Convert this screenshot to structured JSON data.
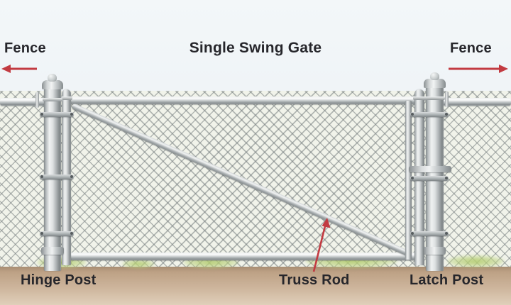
{
  "title": "Single Swing Gate",
  "labels": {
    "fence_left": "Fence",
    "fence_right": "Fence",
    "hinge_post": "Hinge Post",
    "truss_rod": "Truss Rod",
    "latch_post": "Latch Post"
  },
  "colors": {
    "arrow_red": "#c23a41",
    "text": "#26262b",
    "sky": "#edf2f6",
    "mesh_background": "#f1f3ea",
    "wire_gray": "#8f9798",
    "metal_light": "#f0f2f2",
    "metal_dark": "#868c8e",
    "ground_top": "#b49a7f",
    "ground_bottom": "#e0cfba",
    "grass_green": "#b2cb6e"
  }
}
